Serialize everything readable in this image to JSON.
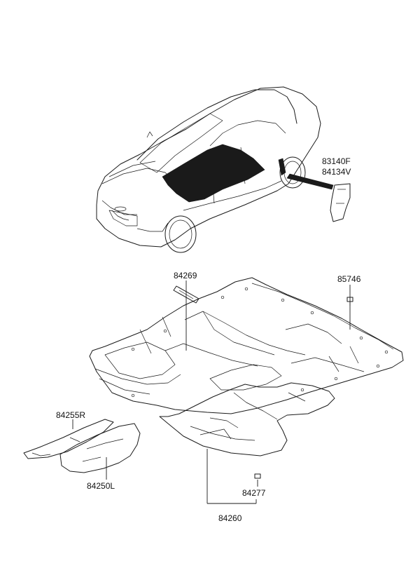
{
  "labels": {
    "p83140F": "83140F",
    "p84134V": "84134V",
    "p84269": "84269",
    "p85746": "85746",
    "p84255R": "84255R",
    "p84250L": "84250L",
    "p84277": "84277",
    "p84260": "84260"
  },
  "colors": {
    "line": "#1a1a1a",
    "background": "#ffffff"
  }
}
